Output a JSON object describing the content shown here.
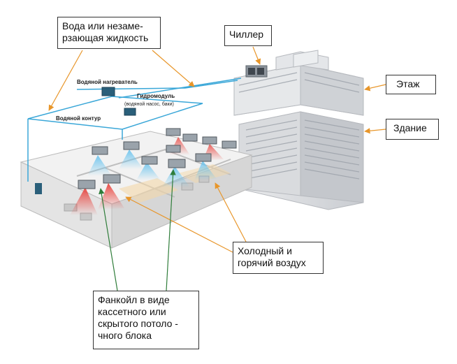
{
  "callouts": {
    "water": "Вода или незаме-\nрзающая жидкость",
    "chiller": "Чиллер",
    "floor": "Этаж",
    "building": "Здание",
    "air": "Холодный и\nгорячий воздух",
    "fancoil": "Фанкойл в виде\nкассетного или\nскрытого потоло -\nчного блока"
  },
  "scheme_labels": {
    "water_heater": "Водяной нагреватель",
    "hydromodule": "Гидромодуль",
    "hydromodule_detail": "(водяной насос, баки)",
    "water_circuit": "Водяной контур"
  },
  "colors": {
    "leader_orange": "#e8962a",
    "leader_green": "#2f7d3a",
    "pipe_blue": "#3aa7d8",
    "cold_air": "#6cc4ee",
    "hot_air": "#e8403a",
    "unit_dark": "#2a5f7a"
  }
}
